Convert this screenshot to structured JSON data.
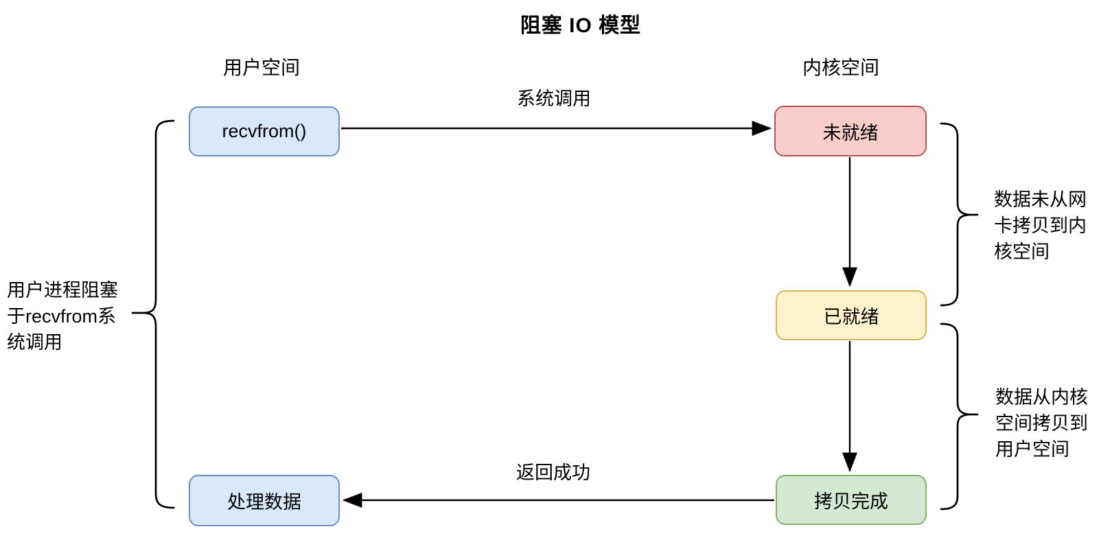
{
  "title": "阻塞 IO 模型",
  "columns": {
    "user_space": "用户空间",
    "kernel_space": "内核空间"
  },
  "nodes": {
    "recvfrom": {
      "label": "recvfrom()",
      "fill": "#dae8fc",
      "stroke": "#6c8ebf"
    },
    "not_ready": {
      "label": "未就绪",
      "fill": "#f8cecc",
      "stroke": "#b85450"
    },
    "ready": {
      "label": "已就绪",
      "fill": "#fff2cc",
      "stroke": "#d6b656"
    },
    "copy_done": {
      "label": "拷贝完成",
      "fill": "#d5e8d4",
      "stroke": "#82b366"
    },
    "process_data": {
      "label": "处理数据",
      "fill": "#dae8fc",
      "stroke": "#6c8ebf"
    }
  },
  "edge_labels": {
    "syscall": "系统调用",
    "return_success": "返回成功"
  },
  "annotations": {
    "left_brace": "用户进程阻塞\n于recvfrom系\n统调用",
    "right_brace_top": "数据未从网\n卡拷贝到内\n核空间",
    "right_brace_bottom": "数据从内核\n空间拷贝到\n用户空间"
  },
  "line_color": "#000000"
}
